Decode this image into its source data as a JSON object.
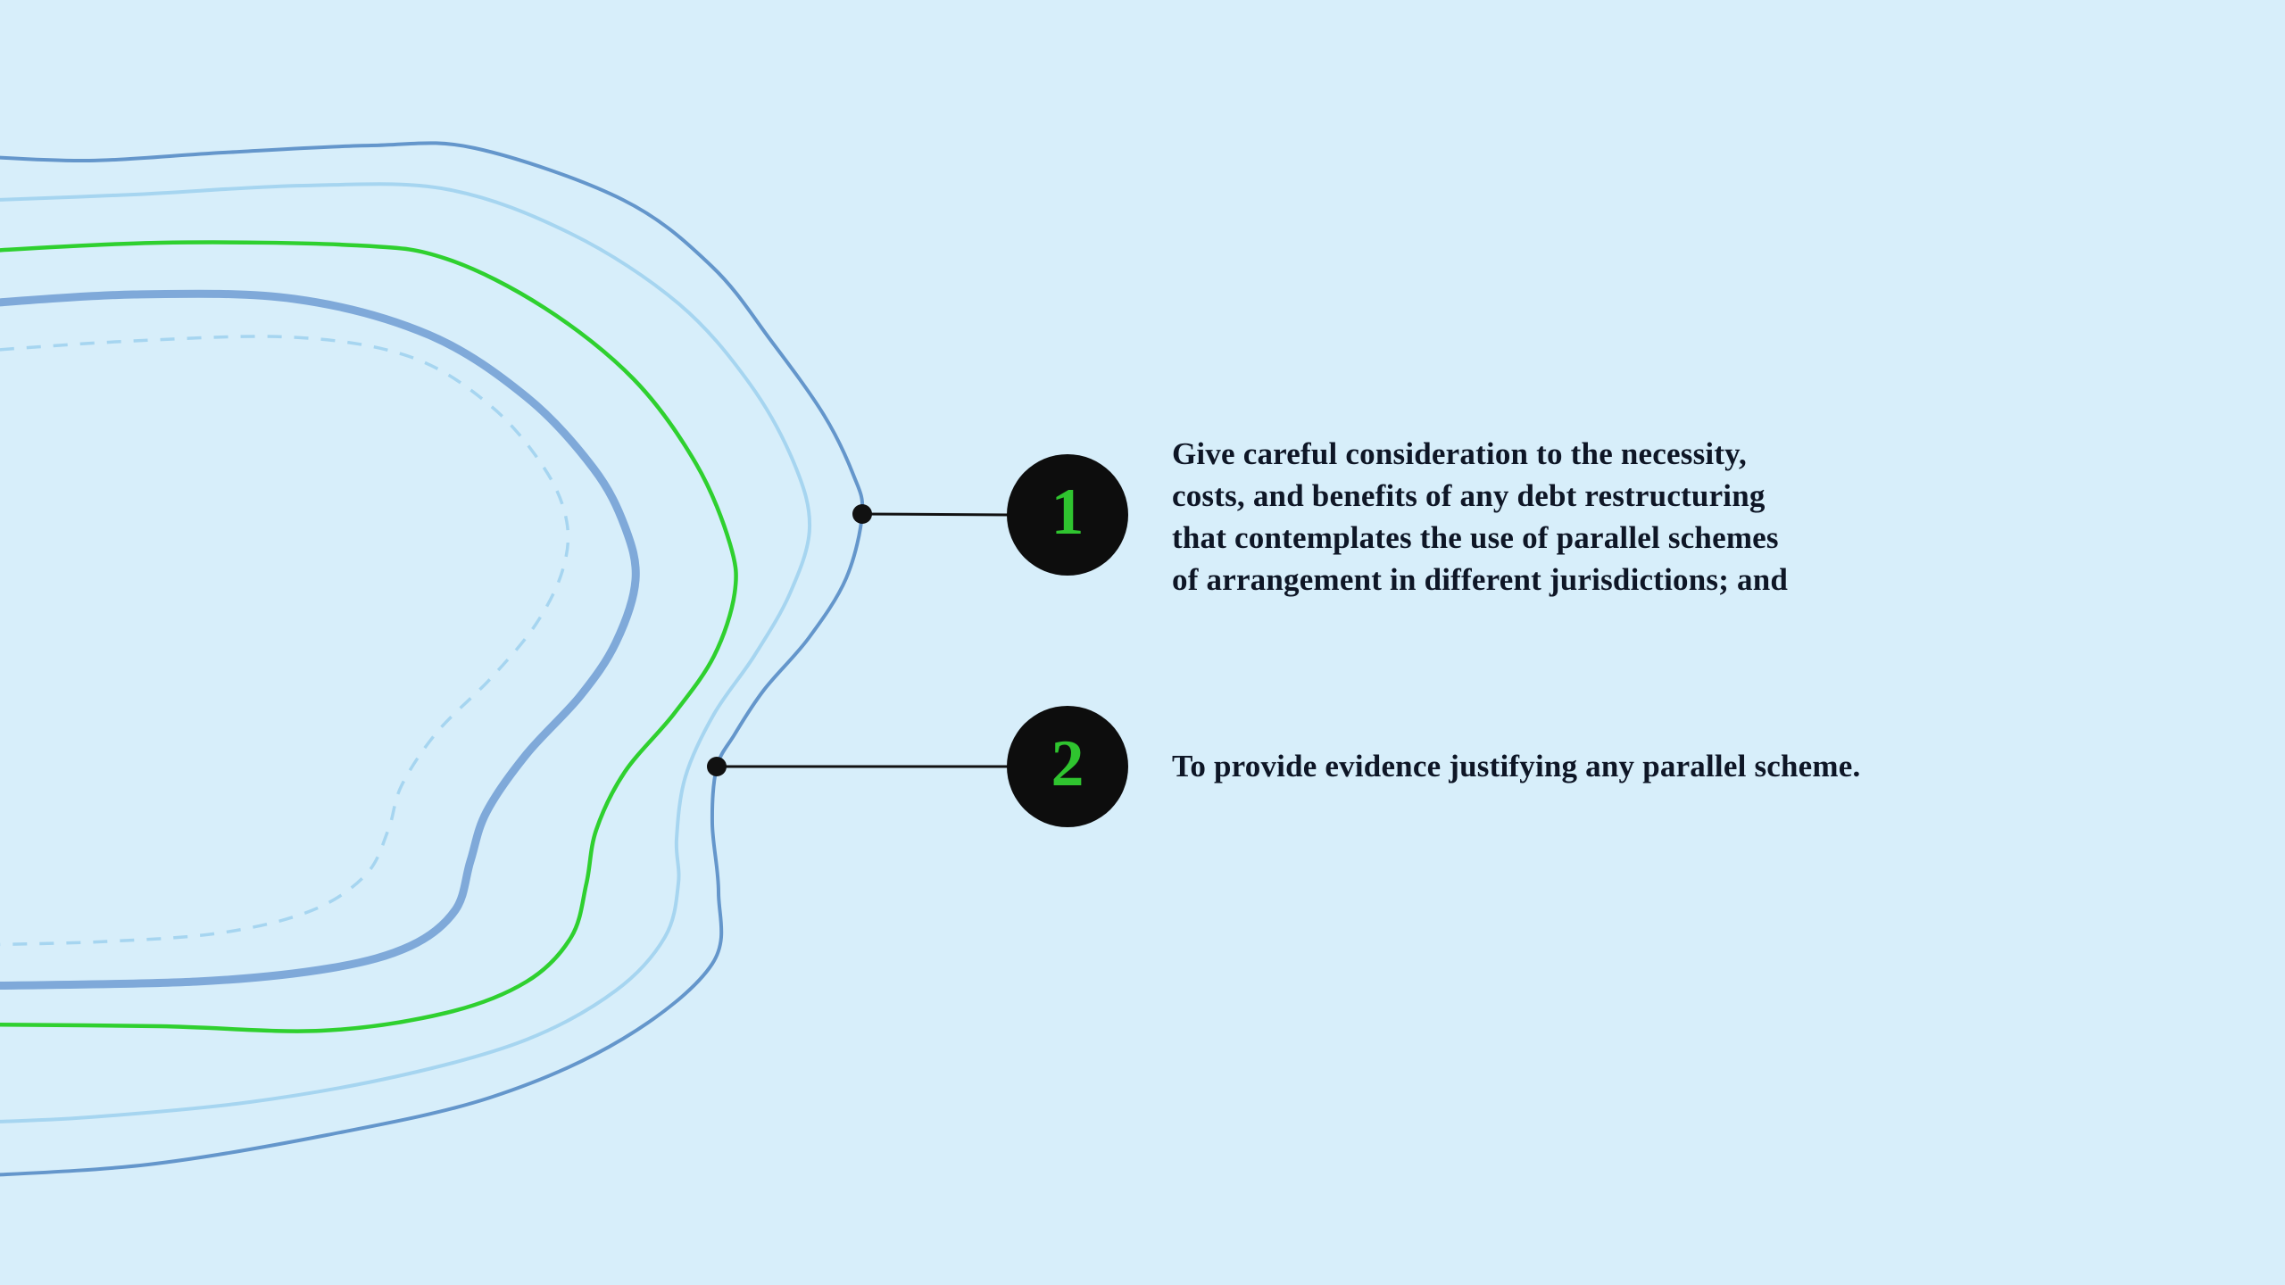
{
  "theme": {
    "background_color": "#d7eefa",
    "text_color": "#0e1626",
    "callout_circle_color": "#0d0d0d",
    "callout_number_color": "#2fc42f",
    "connector_color": "#111111",
    "contour_colors": {
      "outer_blue": "#6496cb",
      "light_blue": "#a6d5f0",
      "green": "#2fd02f",
      "thick_blue": "#7fa9d9",
      "dashed_light_blue": "#a6d5f0"
    }
  },
  "callouts": [
    {
      "number": "1",
      "text": "Give careful consideration to the necessity,\ncosts, and benefits of any debt restructuring\nthat contemplates the use of parallel schemes\nof arrangement in different jurisdictions; and"
    },
    {
      "number": "2",
      "text": "To provide evidence justifying any parallel scheme."
    }
  ]
}
